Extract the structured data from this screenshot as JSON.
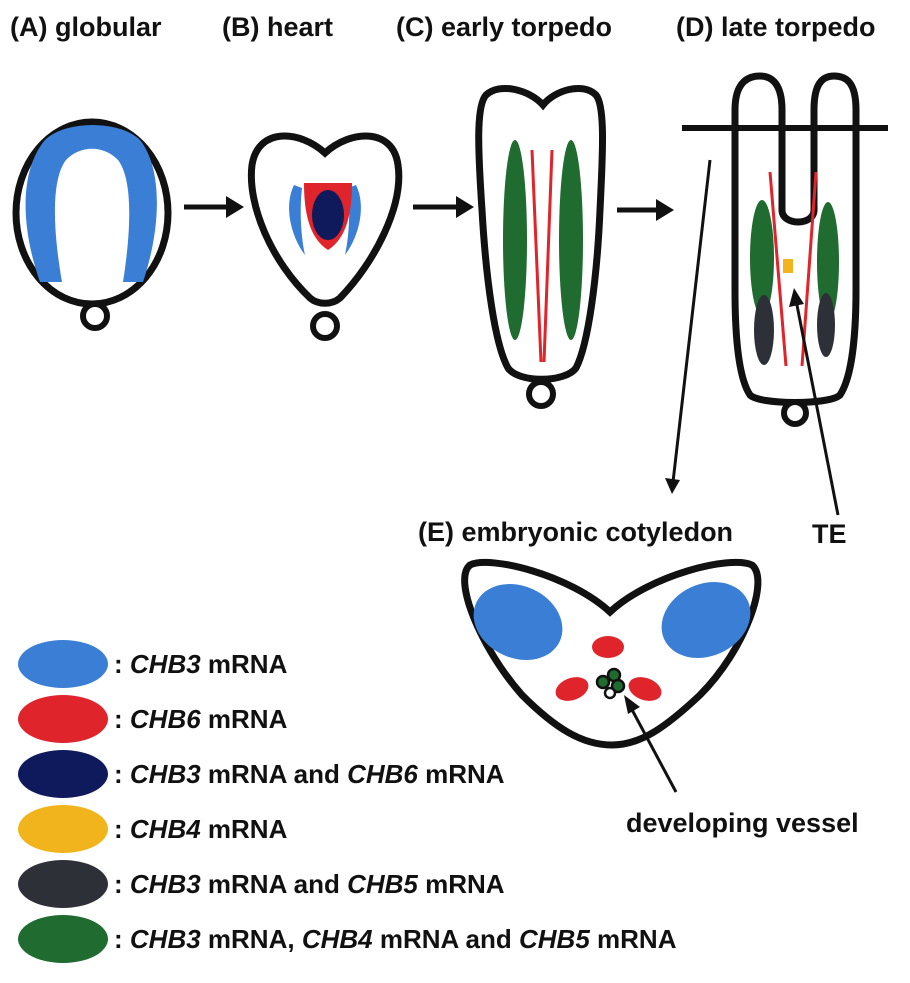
{
  "stages": [
    {
      "label": "(A) globular"
    },
    {
      "label": "(B) heart"
    },
    {
      "label": "(C) early torpedo"
    },
    {
      "label": "(D) late torpedo"
    }
  ],
  "cotyledon": {
    "label": "(E) embryonic cotyledon"
  },
  "annotations": {
    "te": "TE",
    "vessel": "developing vessel"
  },
  "colors": {
    "outline": "#111111",
    "chb3": "#3a7fd5",
    "chb6": "#e0242b",
    "chb3_chb6": "#0f1a5c",
    "chb4": "#f2b41c",
    "chb3_chb5": "#2e3038",
    "chb3_chb4_chb5": "#1f6b30"
  },
  "legend": [
    {
      "key": "chb3",
      "color": "#3a7fd5",
      "parts": [
        {
          "t": ": ",
          "i": false
        },
        {
          "t": "CHB3",
          "i": true
        },
        {
          "t": " mRNA",
          "i": false
        }
      ]
    },
    {
      "key": "chb6",
      "color": "#e0242b",
      "parts": [
        {
          "t": ": ",
          "i": false
        },
        {
          "t": "CHB6",
          "i": true
        },
        {
          "t": " mRNA",
          "i": false
        }
      ]
    },
    {
      "key": "chb3-chb6",
      "color": "#0f1a5c",
      "parts": [
        {
          "t": ": ",
          "i": false
        },
        {
          "t": "CHB3",
          "i": true
        },
        {
          "t": " mRNA and ",
          "i": false
        },
        {
          "t": "CHB6",
          "i": true
        },
        {
          "t": " mRNA",
          "i": false
        }
      ]
    },
    {
      "key": "chb4",
      "color": "#f2b41c",
      "parts": [
        {
          "t": ": ",
          "i": false
        },
        {
          "t": "CHB4",
          "i": true
        },
        {
          "t": " mRNA",
          "i": false
        }
      ]
    },
    {
      "key": "chb3-chb5",
      "color": "#2e3038",
      "parts": [
        {
          "t": ": ",
          "i": false
        },
        {
          "t": "CHB3",
          "i": true
        },
        {
          "t": " mRNA and ",
          "i": false
        },
        {
          "t": "CHB5",
          "i": true
        },
        {
          "t": " mRNA",
          "i": false
        }
      ]
    },
    {
      "key": "chb3-chb4-chb5",
      "color": "#1f6b30",
      "parts": [
        {
          "t": ": ",
          "i": false
        },
        {
          "t": "CHB3",
          "i": true
        },
        {
          "t": " mRNA, ",
          "i": false
        },
        {
          "t": "CHB4",
          "i": true
        },
        {
          "t": " mRNA and ",
          "i": false
        },
        {
          "t": "CHB5",
          "i": true
        },
        {
          "t": " mRNA",
          "i": false
        }
      ]
    }
  ]
}
